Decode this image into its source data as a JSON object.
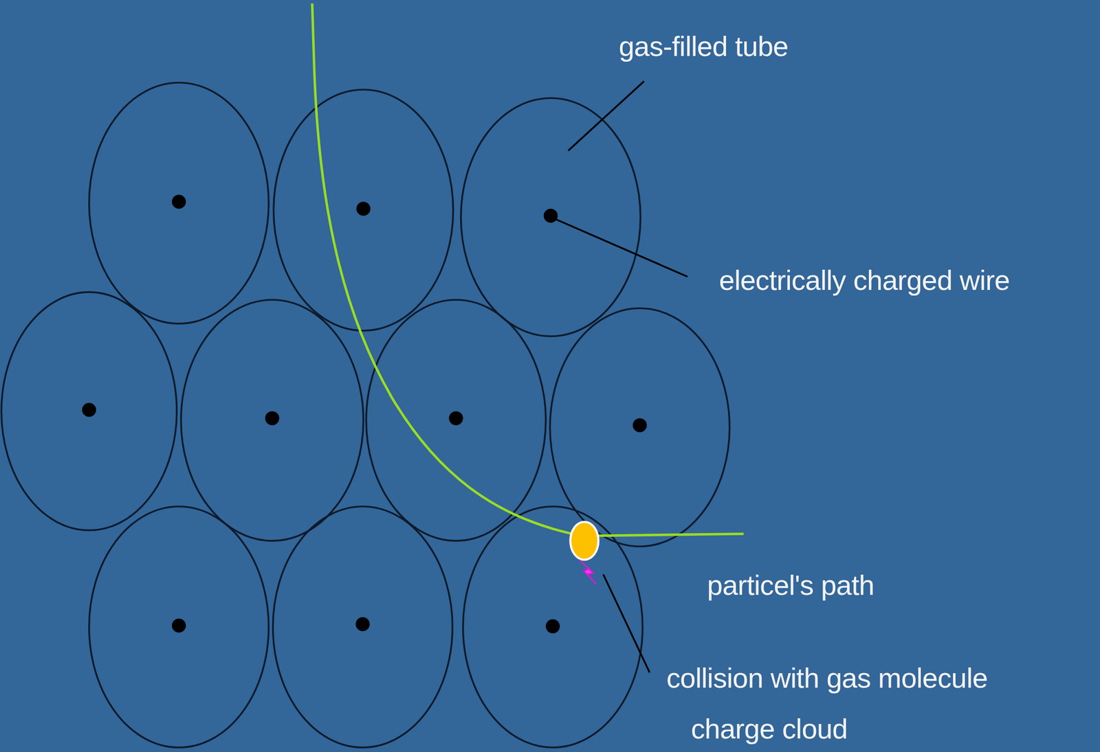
{
  "diagram": {
    "labels": [
      "gas-filled tube",
      "electrically charged wire",
      "particel's path",
      "collision with gas molecule",
      "charge cloud"
    ]
  }
}
